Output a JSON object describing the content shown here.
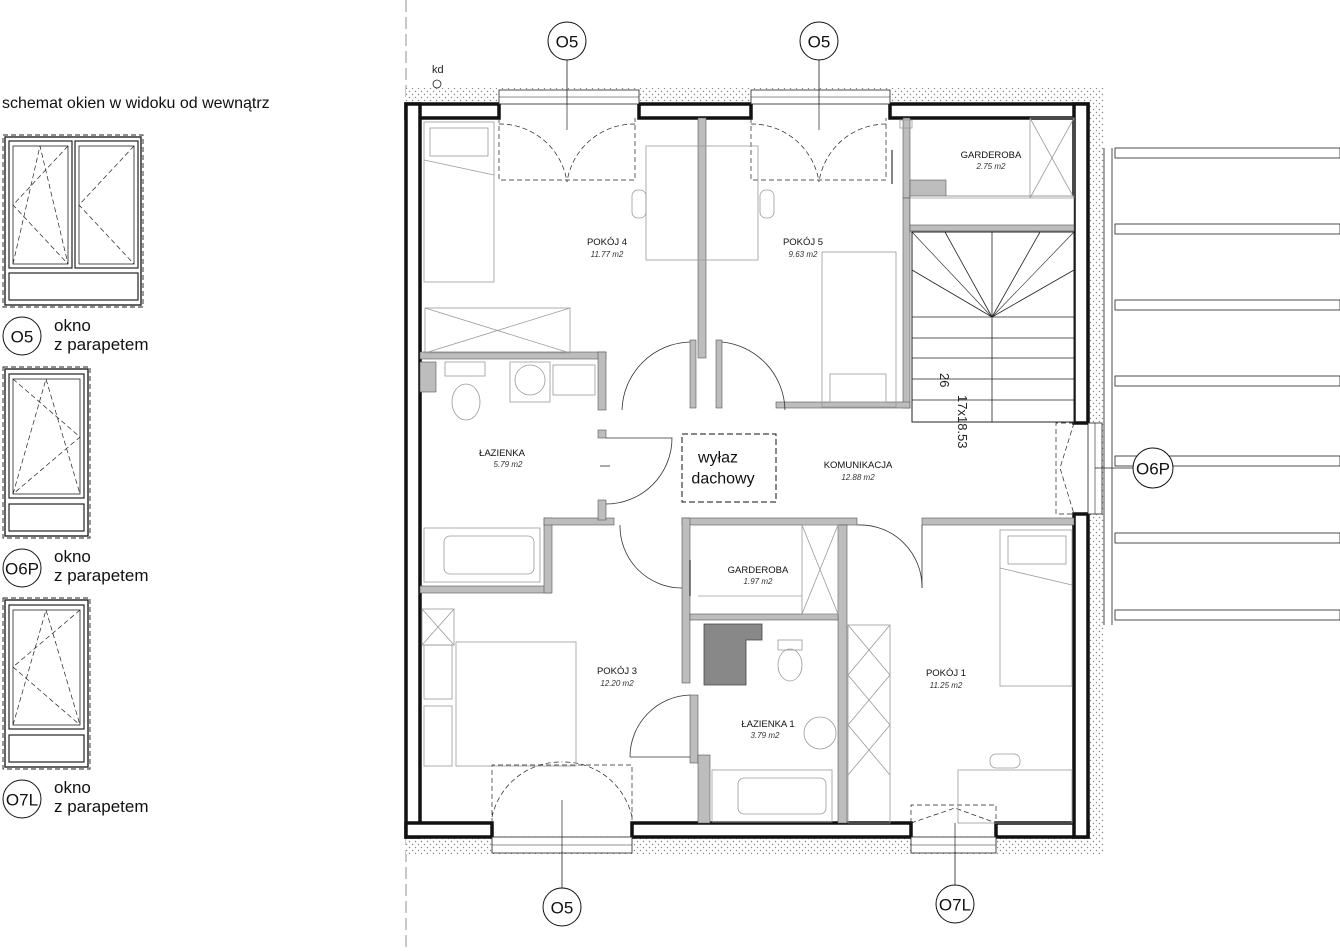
{
  "legend": {
    "title": "schemat okien w widoku od wewnątrz",
    "items": [
      {
        "code": "O5",
        "line1": "okno",
        "line2": "z parapetem"
      },
      {
        "code": "O6P",
        "line1": "okno",
        "line2": "z parapetem"
      },
      {
        "code": "O7L",
        "line1": "okno",
        "line2": "z parapetem"
      }
    ]
  },
  "rooms": {
    "pokoj4": {
      "name": "POKÓJ 4",
      "area": "11.77 m2"
    },
    "pokoj5": {
      "name": "POKÓJ 5",
      "area": "9.63 m2"
    },
    "garderoba_top": {
      "name": "GARDEROBA",
      "area": "2.75 m2"
    },
    "lazienka": {
      "name": "ŁAZIENKA",
      "area": "5.79 m2"
    },
    "komunikacja": {
      "name": "KOMUNIKACJA",
      "area": "12.88 m2"
    },
    "garderoba_mid": {
      "name": "GARDEROBA",
      "area": "1.97 m2"
    },
    "pokoj3": {
      "name": "POKÓJ 3",
      "area": "12.20 m2"
    },
    "lazienka1": {
      "name": "ŁAZIENKA 1",
      "area": "3.79 m2"
    },
    "pokoj1": {
      "name": "POKÓJ 1",
      "area": "11.25 m2"
    }
  },
  "roof_hatch": {
    "line1": "wyłaz",
    "line2": "dachowy"
  },
  "stairs_label": {
    "line1": "17x18.53",
    "line2": "26"
  },
  "chimney_label": "kd",
  "window_tags": {
    "top_left": "O5",
    "top_right": "O5",
    "right": "O6P",
    "bottom_left": "O5",
    "bottom_right": "O7L"
  }
}
